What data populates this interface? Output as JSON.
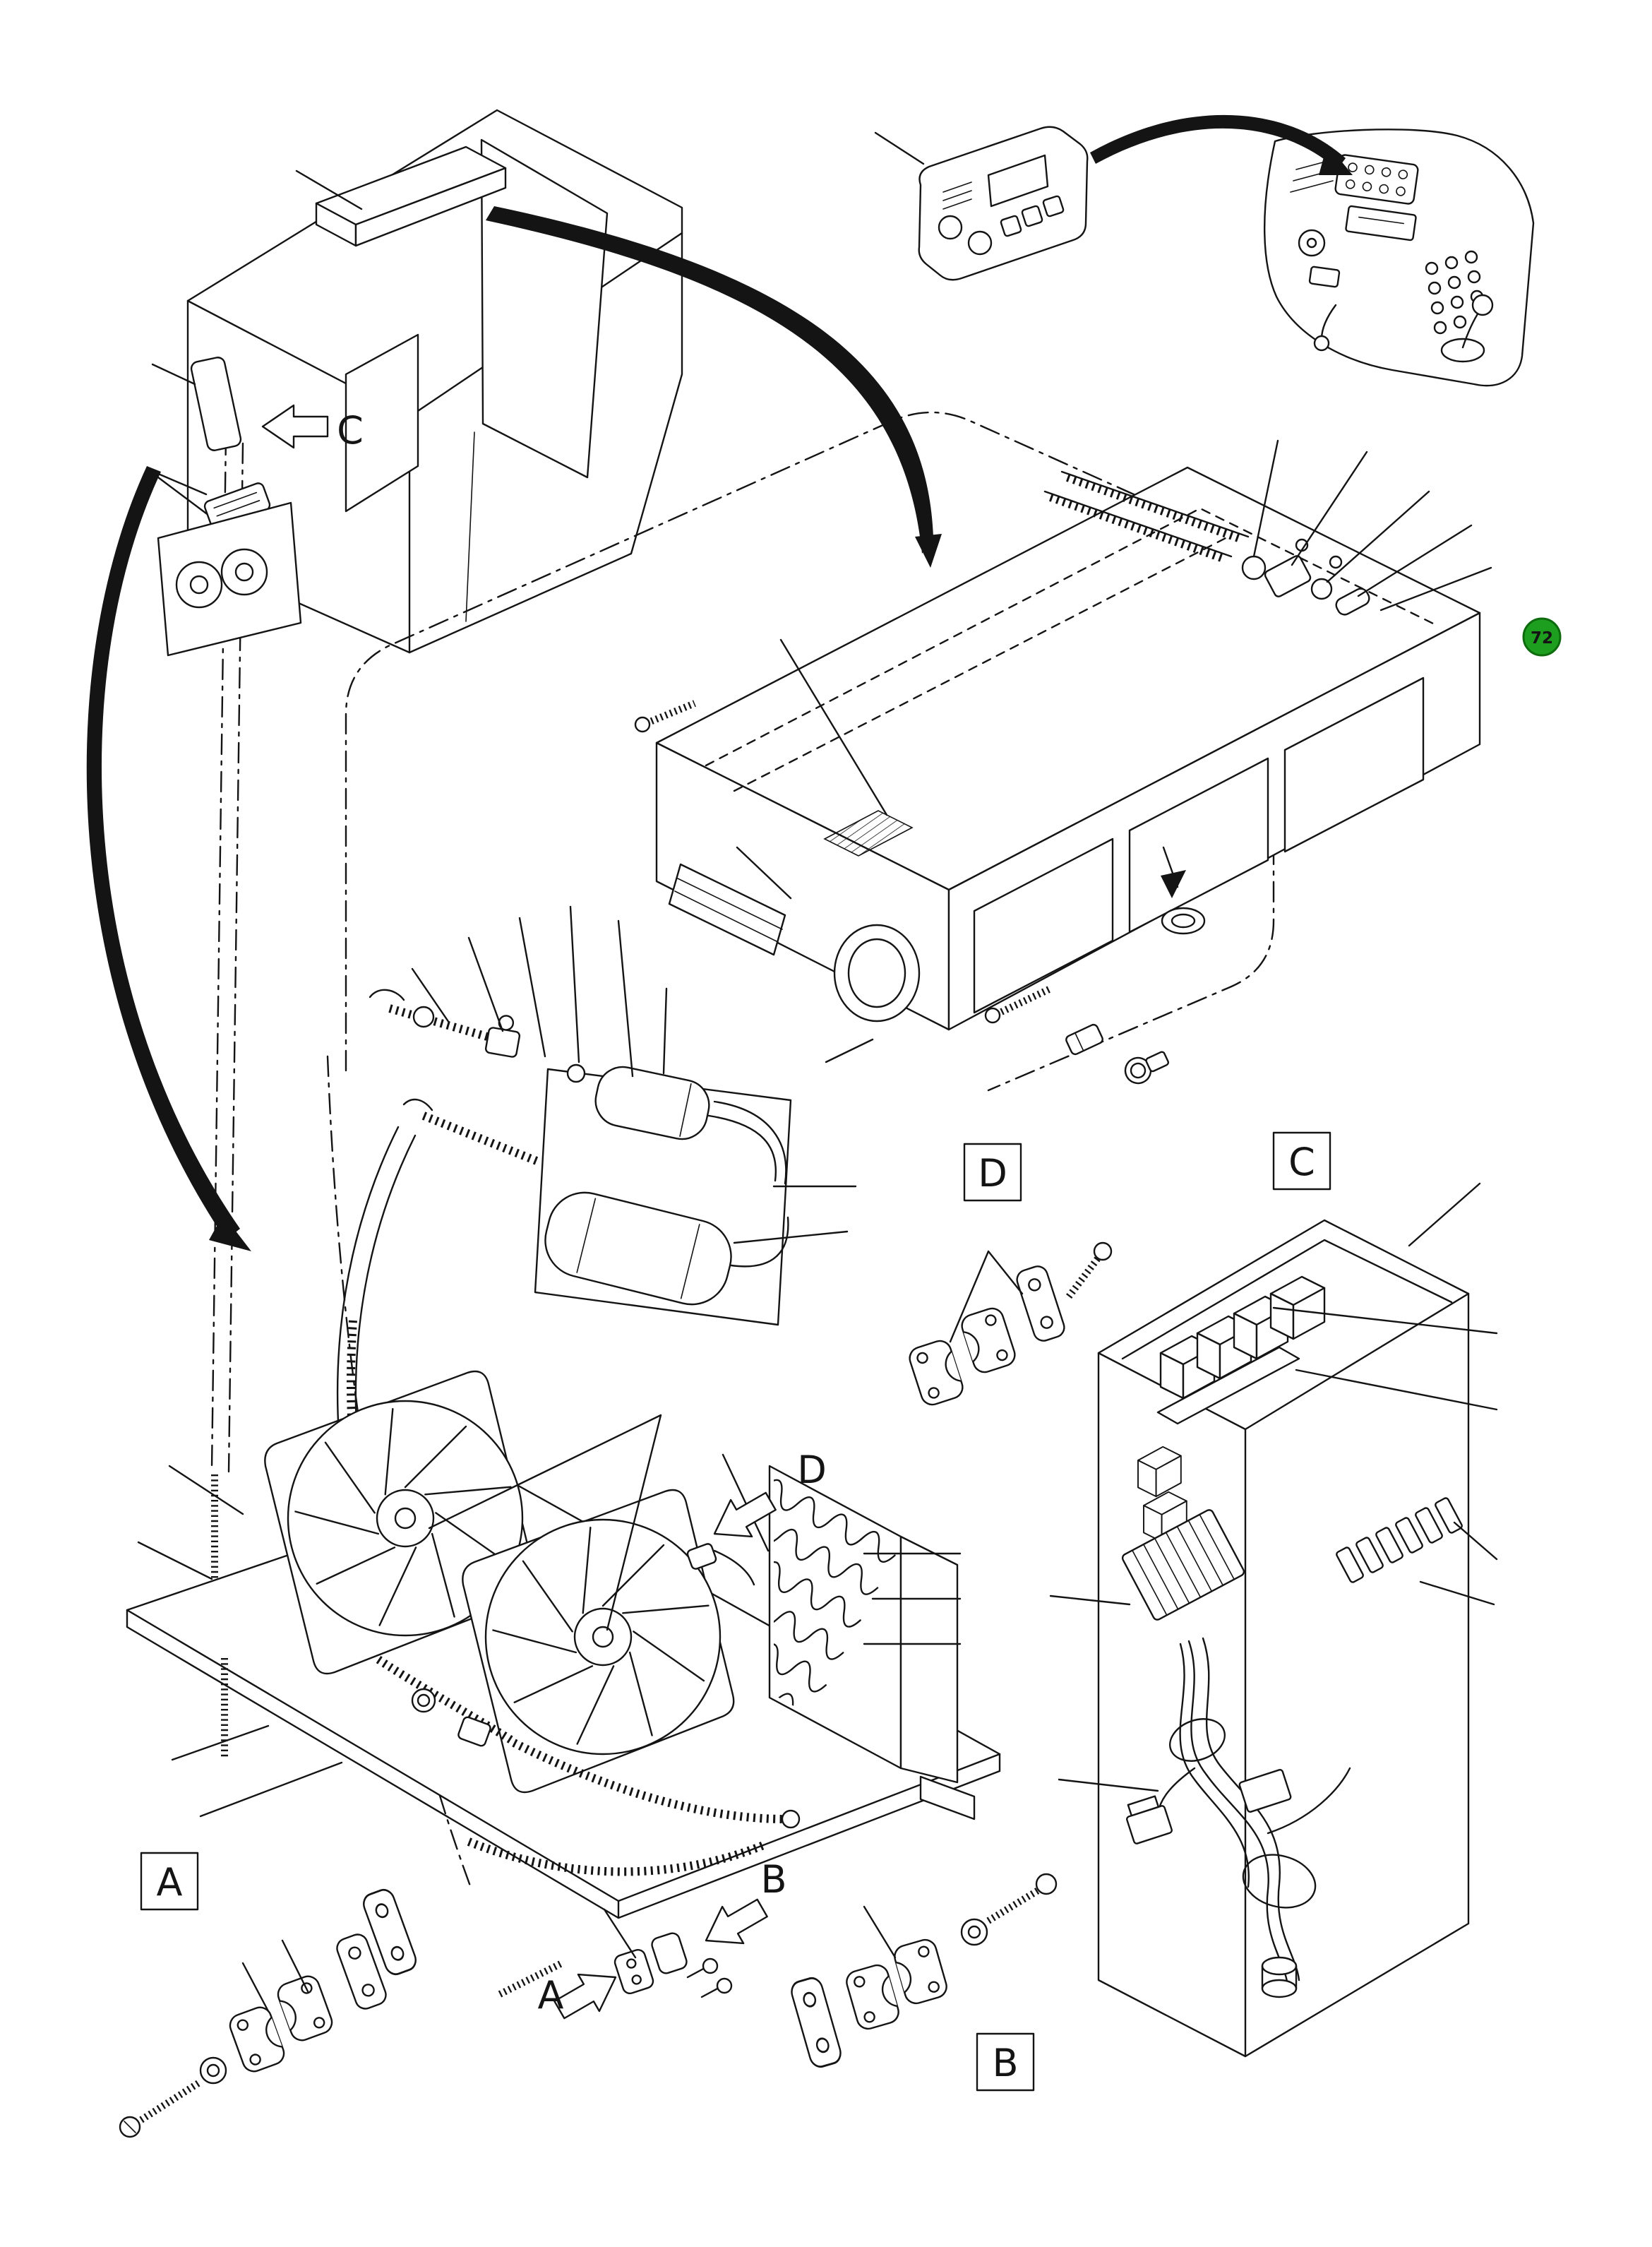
{
  "diagram": {
    "badge": {
      "text": "72"
    },
    "colors": {
      "badge_fill": "#1e9e1e",
      "badge_stroke": "#0d6b0d",
      "badge_text": "#ffffff",
      "line": "#141414"
    },
    "callouts": {
      "box_a": "A",
      "box_b": "B",
      "box_c": "C",
      "box_d": "D",
      "arrow_a": "A",
      "arrow_b": "B",
      "arrow_c": "C",
      "arrow_d": "D"
    }
  }
}
